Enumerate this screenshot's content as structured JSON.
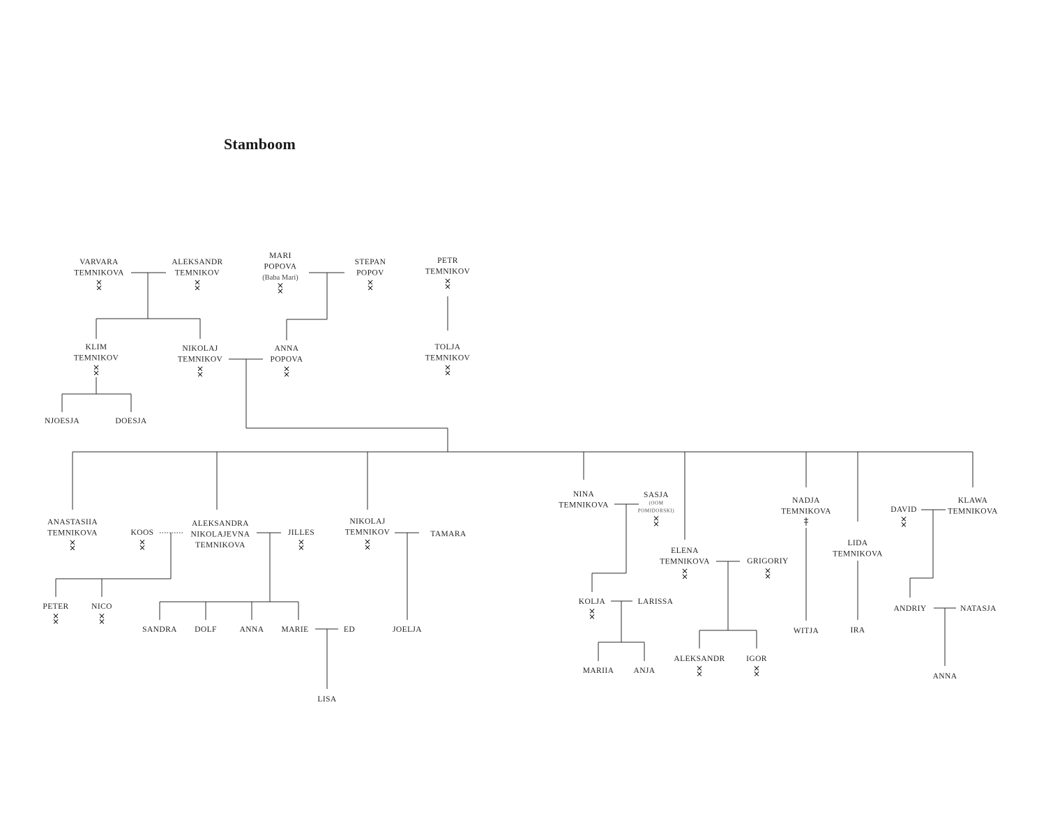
{
  "title": "Stamboom",
  "people": [
    {
      "id": "varvara",
      "lines": [
        "VARVARA",
        "TEMNIKOVA"
      ],
      "mark": "x"
    },
    {
      "id": "aleksandr_sr",
      "lines": [
        "ALEKSANDR",
        "TEMNIKOV"
      ],
      "mark": "x"
    },
    {
      "id": "mari",
      "lines": [
        "MARI",
        "POPOVA"
      ],
      "nickname": "(Baba Mari)",
      "mark": "x"
    },
    {
      "id": "stepan",
      "lines": [
        "STEPAN",
        "POPOV"
      ],
      "mark": "x"
    },
    {
      "id": "petr",
      "lines": [
        "PETR",
        "TEMNIKOV"
      ],
      "mark": "x"
    },
    {
      "id": "klim",
      "lines": [
        "KLIM",
        "TEMNIKOV"
      ],
      "mark": "x"
    },
    {
      "id": "nikolaj_sr",
      "lines": [
        "NIKOLAJ",
        "TEMNIKOV"
      ],
      "mark": "x"
    },
    {
      "id": "anna_popova",
      "lines": [
        "ANNA",
        "POPOVA"
      ],
      "mark": "x"
    },
    {
      "id": "tolja",
      "lines": [
        "TOLJA",
        "TEMNIKOV"
      ],
      "mark": "x"
    },
    {
      "id": "njoesja",
      "lines": [
        "NJOESJA"
      ]
    },
    {
      "id": "doesja",
      "lines": [
        "DOESJA"
      ]
    },
    {
      "id": "anastasiia",
      "lines": [
        "ANASTASIIA",
        "TEMNIKOVA"
      ],
      "mark": "x"
    },
    {
      "id": "koos",
      "lines": [
        "KOOS"
      ],
      "mark": "x"
    },
    {
      "id": "aleksandra",
      "lines": [
        "ALEKSANDRA",
        "NIKOLAJEVNA",
        "TEMNIKOVA"
      ]
    },
    {
      "id": "jilles",
      "lines": [
        "JILLES"
      ],
      "mark": "x"
    },
    {
      "id": "nikolaj_jr",
      "lines": [
        "NIKOLAJ",
        "TEMNIKOV"
      ],
      "mark": "x"
    },
    {
      "id": "tamara",
      "lines": [
        "TAMARA"
      ]
    },
    {
      "id": "nina",
      "lines": [
        "NINA",
        "TEMNIKOVA"
      ]
    },
    {
      "id": "sasja",
      "lines": [
        "SASJA"
      ],
      "subtitle": [
        "(OOM",
        "POMIDORSKI)"
      ],
      "mark": "x"
    },
    {
      "id": "elena",
      "lines": [
        "ELENA",
        "TEMNIKOVA"
      ],
      "mark": "x"
    },
    {
      "id": "grigoriy",
      "lines": [
        "GRIGORIY"
      ],
      "mark": "x"
    },
    {
      "id": "nadja",
      "lines": [
        "NADJA",
        "TEMNIKOVA"
      ],
      "mark": "cross"
    },
    {
      "id": "lida",
      "lines": [
        "LIDA",
        "TEMNIKOVA"
      ]
    },
    {
      "id": "david",
      "lines": [
        "DAVID"
      ],
      "mark": "x"
    },
    {
      "id": "klawa",
      "lines": [
        "KLAWA",
        "TEMNIKOVA"
      ]
    },
    {
      "id": "peter",
      "lines": [
        "PETER"
      ],
      "mark": "x"
    },
    {
      "id": "nico",
      "lines": [
        "NICO"
      ],
      "mark": "x"
    },
    {
      "id": "sandra",
      "lines": [
        "SANDRA"
      ]
    },
    {
      "id": "dolf",
      "lines": [
        "DOLF"
      ]
    },
    {
      "id": "anna_c",
      "lines": [
        "ANNA"
      ]
    },
    {
      "id": "marie",
      "lines": [
        "MARIE"
      ]
    },
    {
      "id": "ed",
      "lines": [
        "ED"
      ]
    },
    {
      "id": "lisa",
      "lines": [
        "LISA"
      ]
    },
    {
      "id": "joelja",
      "lines": [
        "JOELJA"
      ]
    },
    {
      "id": "kolja",
      "lines": [
        "KOLJA"
      ],
      "mark": "x"
    },
    {
      "id": "larissa",
      "lines": [
        "LARISSA"
      ]
    },
    {
      "id": "mariia",
      "lines": [
        "MARIIA"
      ]
    },
    {
      "id": "anja",
      "lines": [
        "ANJA"
      ]
    },
    {
      "id": "aleksandr_jr",
      "lines": [
        "ALEKSANDR"
      ],
      "mark": "x"
    },
    {
      "id": "igor",
      "lines": [
        "IGOR"
      ],
      "mark": "x"
    },
    {
      "id": "witja",
      "lines": [
        "WITJA"
      ]
    },
    {
      "id": "ira",
      "lines": [
        "IRA"
      ]
    },
    {
      "id": "andriy",
      "lines": [
        "ANDRIY"
      ]
    },
    {
      "id": "natasja",
      "lines": [
        "NATASJA"
      ]
    },
    {
      "id": "anna_d",
      "lines": [
        "ANNA"
      ]
    }
  ]
}
